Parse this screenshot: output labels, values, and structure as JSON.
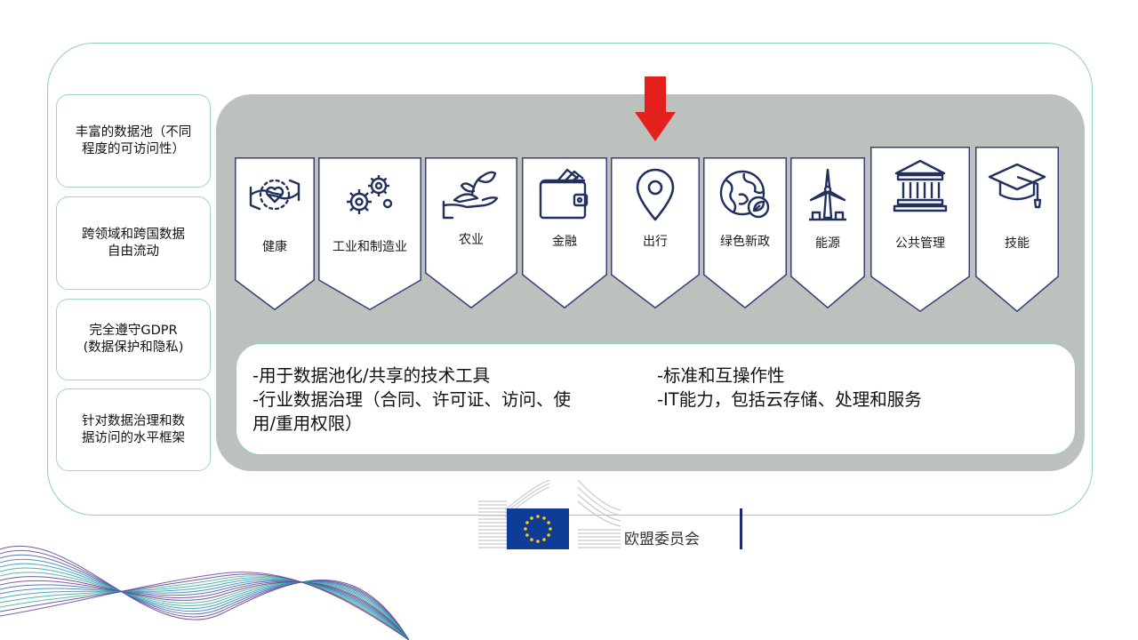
{
  "left_boxes": [
    {
      "text": "丰富的数据池（不同\n程度的可访问性）"
    },
    {
      "text": "跨领域和跨国数据\n自由流动"
    },
    {
      "text": "完全遵守GDPR\n(数据保护和隐私)"
    },
    {
      "text": "针对数据治理和数\n据访问的水平框架"
    }
  ],
  "sectors": [
    {
      "label": "健康",
      "icon": "heart-hands-icon"
    },
    {
      "label": "工业和制造业",
      "icon": "gears-icon"
    },
    {
      "label": "农业",
      "icon": "plant-hand-icon"
    },
    {
      "label": "金融",
      "icon": "wallet-icon"
    },
    {
      "label": "出行",
      "icon": "location-pin-icon"
    },
    {
      "label": "绿色新政",
      "icon": "green-globe-icon"
    },
    {
      "label": "能源",
      "icon": "wind-turbine-icon"
    },
    {
      "label": "公共管理",
      "icon": "government-building-icon"
    },
    {
      "label": "技能",
      "icon": "graduation-cap-icon"
    }
  ],
  "highlight": {
    "sector": "出行",
    "color": "#e3201b"
  },
  "tools": {
    "col1": [
      "-用于数据池化/共享的技术工具",
      "-行业数据治理（合同、许可证、访问、使\n用/重用权限）"
    ],
    "col2": [
      "-标准和互操作性",
      "-IT能力，包括云存储、处理和服务"
    ]
  },
  "logo": {
    "text": "欧盟委员会",
    "flag_color": "#0f3c96",
    "star_color": "#ffcc00"
  },
  "colors": {
    "frame": "#8fcfc0",
    "panel": "#bdc1be",
    "sector_border": "#3a3f7a"
  }
}
